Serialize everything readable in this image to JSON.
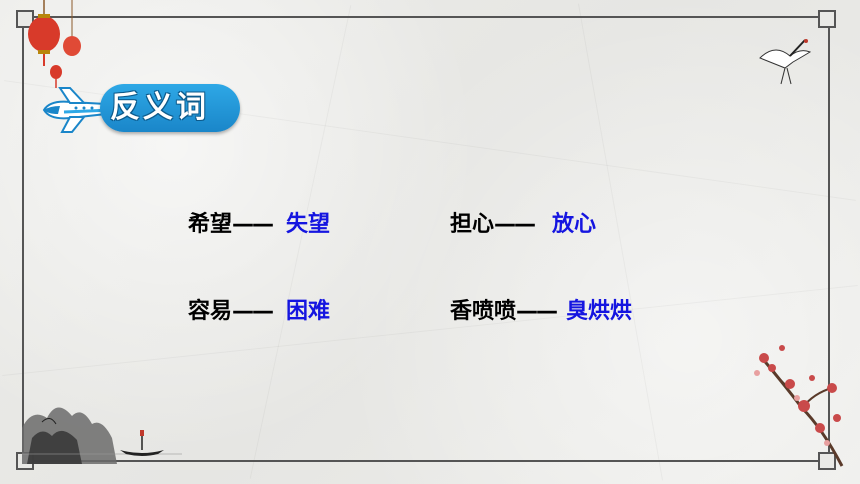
{
  "badge": {
    "title": "反义词"
  },
  "pairs": [
    {
      "word": "希望",
      "dash": "——",
      "antonym": "失望"
    },
    {
      "word": "担心",
      "dash": "——",
      "antonym": "放心"
    },
    {
      "word": "容易",
      "dash": "——",
      "antonym": "困难"
    },
    {
      "word": "香喷喷",
      "dash": "——",
      "antonym": "臭烘烘"
    }
  ],
  "colors": {
    "antonym": "#1515e0",
    "badge": "#1a86c9",
    "frame": "#555555",
    "lantern": "#d83a2a"
  },
  "icons": [
    "airplane-icon",
    "lantern-icon",
    "crane-icon",
    "plum-blossom-icon",
    "landscape-icon",
    "boat-icon"
  ]
}
